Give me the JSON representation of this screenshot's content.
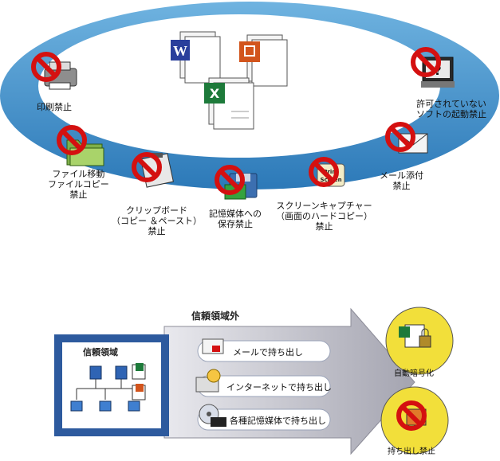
{
  "colors": {
    "ring": "#3d93cc",
    "ring_dark": "#2b6fa8",
    "prohibit": "#d41010",
    "trusted_box": "#2d5a9e",
    "arrow_gray": "#9a9aa6",
    "pill_border": "#9aa3b8",
    "circle_yellow": "#f2df3a"
  },
  "ring": {
    "items": [
      {
        "icon": "printer-icon",
        "lines": [
          "印刷禁止"
        ]
      },
      {
        "icon": "unknown-software-icon",
        "lines": [
          "許可されていない",
          "ソフトの起動禁止"
        ]
      },
      {
        "icon": "folder-icon",
        "lines": [
          "ファイル移動",
          "ファイルコピー",
          "禁止"
        ]
      },
      {
        "icon": "clipboard-icon",
        "lines": [
          "クリップボード",
          "（コピー ＆ペースト）",
          "禁止"
        ]
      },
      {
        "icon": "storage-media-icon",
        "lines": [
          "記憶媒体への",
          "保存禁止"
        ]
      },
      {
        "icon": "print-screen-key-icon",
        "key_text": "Print Screen",
        "lines": [
          "スクリーンキャプチャー",
          "（画面のハードコピー）",
          "禁止"
        ]
      },
      {
        "icon": "mail-attachment-icon",
        "lines": [
          "メール添付",
          "禁止"
        ]
      }
    ],
    "documents": [
      "word-document-icon",
      "powerpoint-document-icon",
      "excel-document-icon"
    ]
  },
  "flow": {
    "outside_title": "信頼領域外",
    "trusted_label": "信頼領域",
    "channels": [
      {
        "icon": "mail-icon",
        "label": "メールで持ち出し"
      },
      {
        "icon": "internet-icon",
        "label": "インターネットで持ち出し"
      },
      {
        "icon": "disk-media-icon",
        "label": "各種記憶媒体で持ち出し"
      }
    ],
    "results": [
      {
        "icon": "encrypted-excel-icon",
        "label": "自動暗号化"
      },
      {
        "icon": "prohibited-export-icon",
        "label": "持ち出し禁止"
      }
    ]
  }
}
